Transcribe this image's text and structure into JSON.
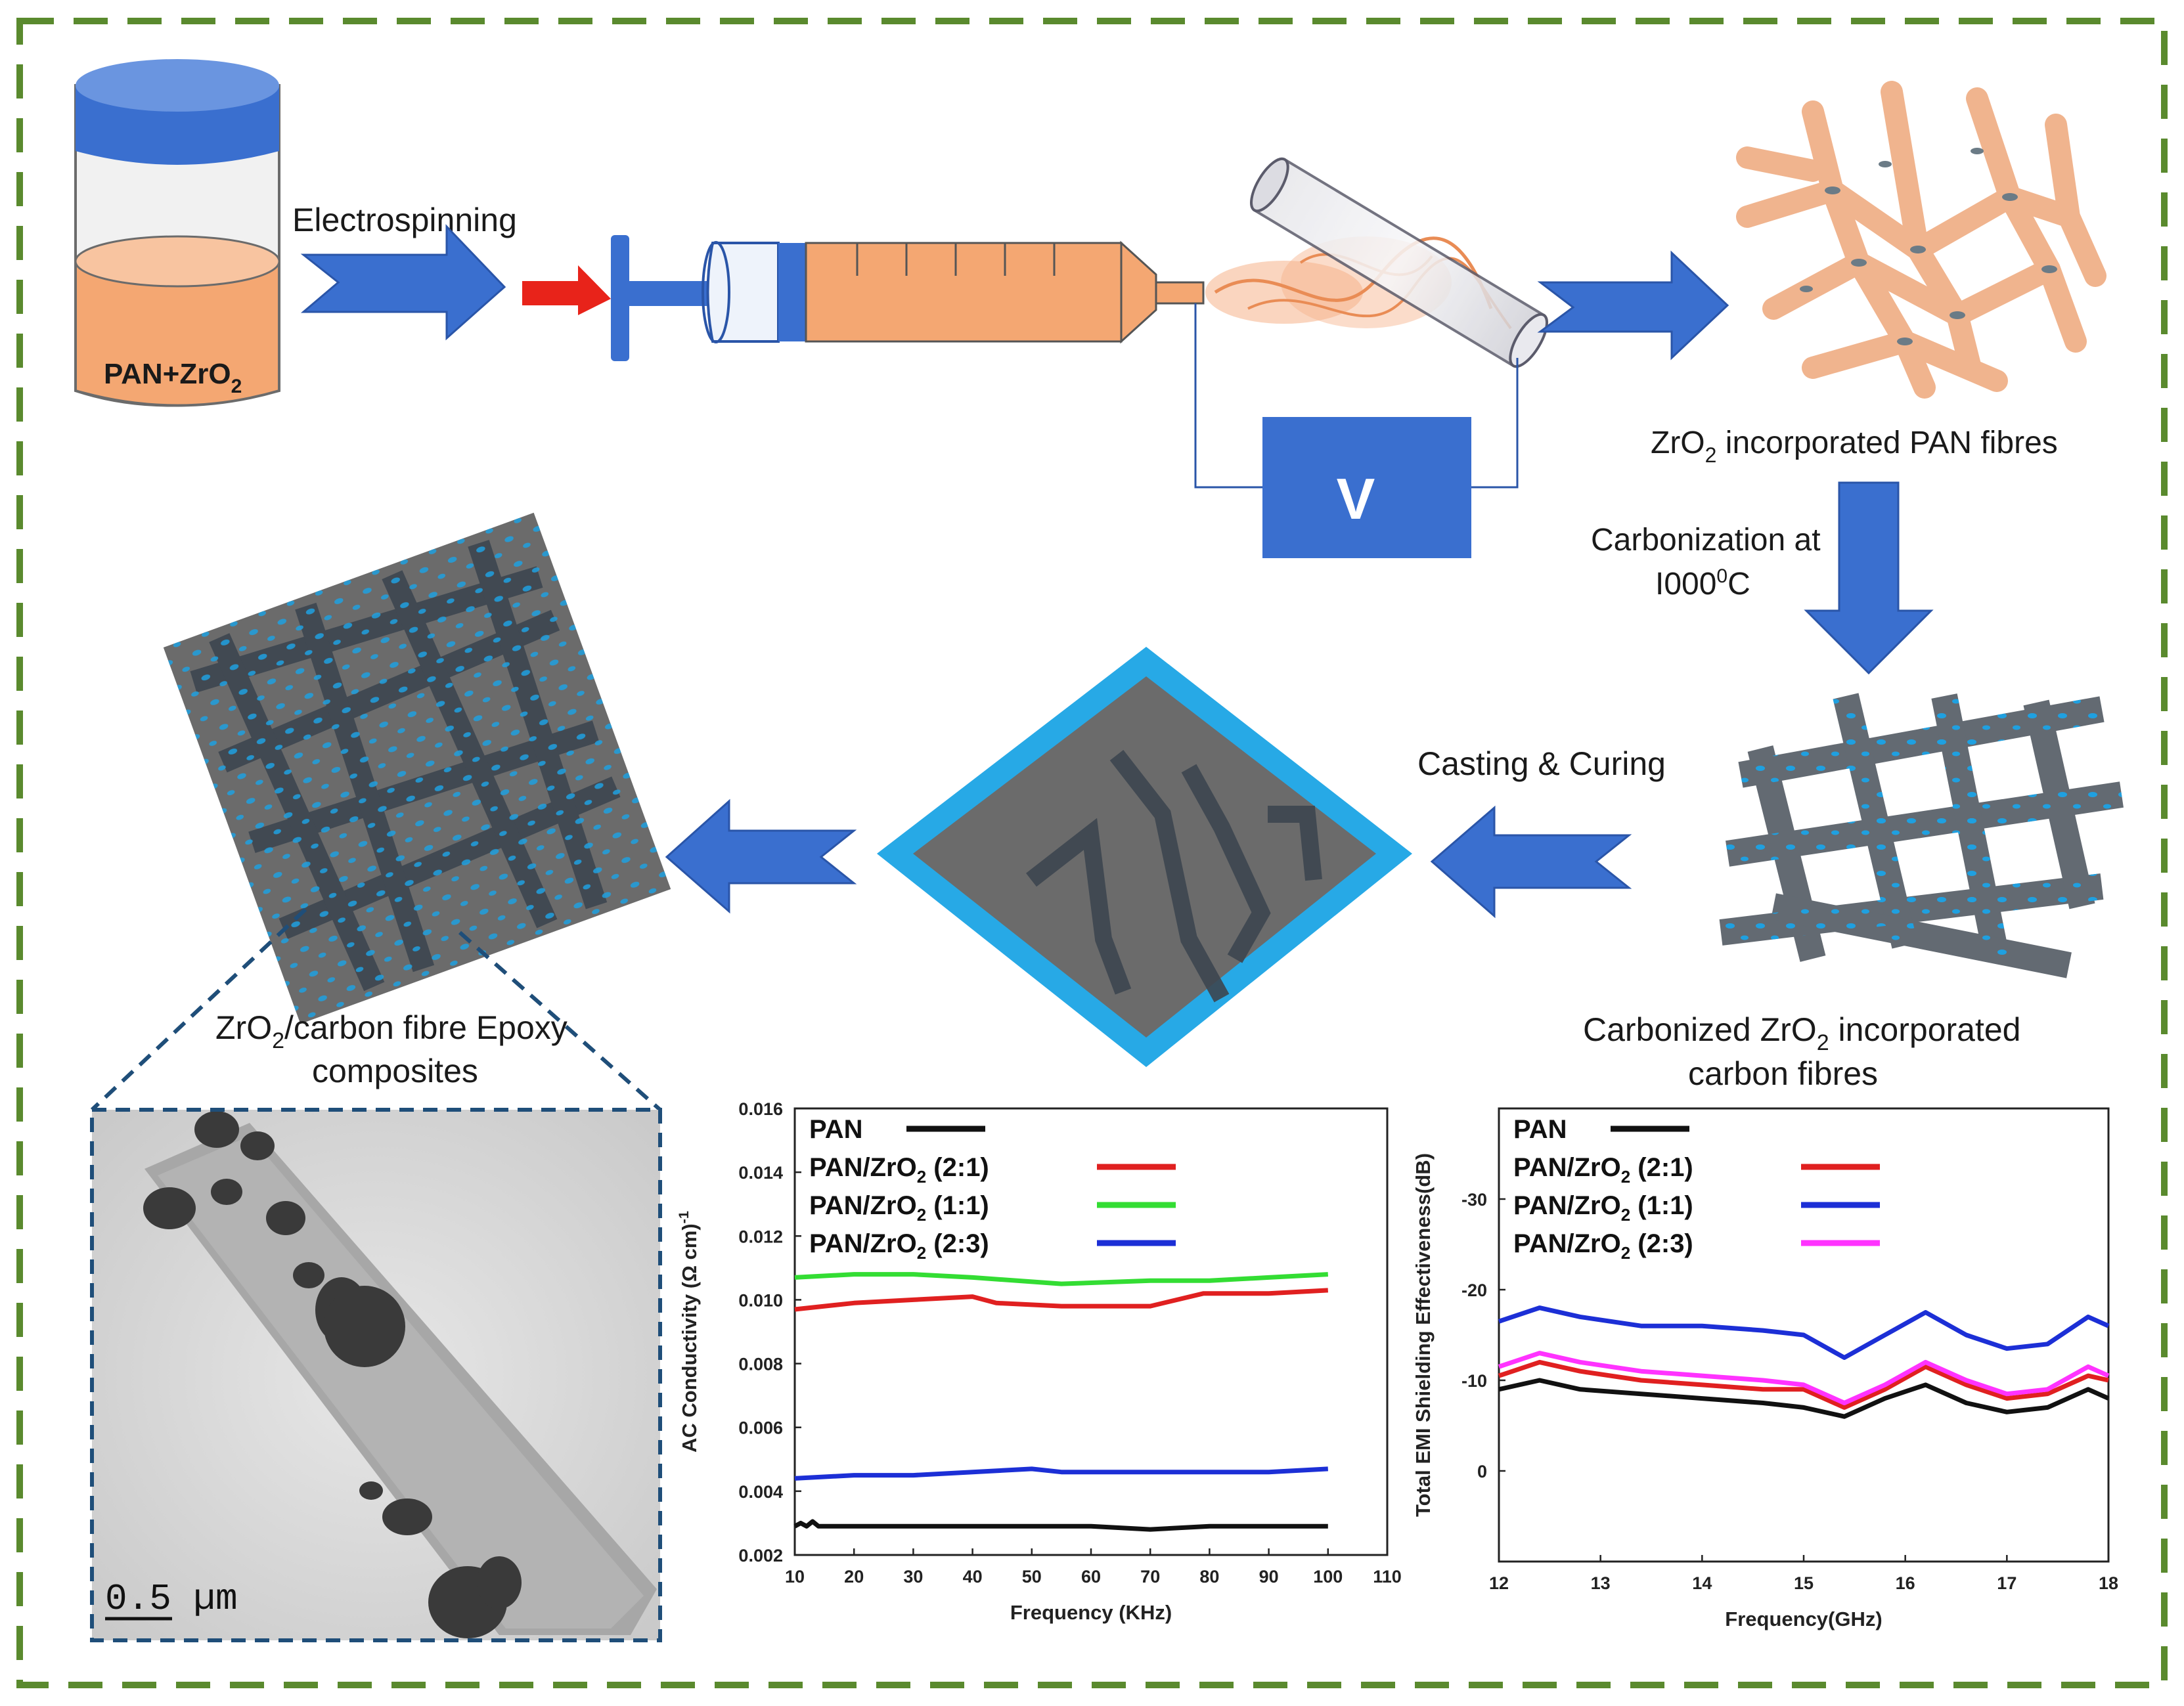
{
  "colors": {
    "frame": "#5a8a2e",
    "arrow": "#3a6fcf",
    "arrow_dark": "#2a55a8",
    "solution": "#f4a772",
    "lid": "#3a6fcf",
    "voltage_box": "#3a6fcf",
    "fibre_orange": "#f0b088",
    "fibre_dark": "#3d4650",
    "dot": "#1fa0e0",
    "mat_gray": "#6b6b6b",
    "diamond_border": "#27a9e6"
  },
  "icons": [
    "beaker-icon",
    "syringe-icon",
    "collector-icon",
    "voltage-source-icon",
    "fibre-mesh-icon",
    "composite-square-icon",
    "composite-diamond-icon",
    "tem-image-icon"
  ],
  "labels": {
    "solution": "PAN+ZrO",
    "solution_sub": "2",
    "electrospinning": "Electrospinning",
    "voltage": "V",
    "pan_fibres_a": "ZrO",
    "pan_fibres_sub": "2",
    "pan_fibres_b": " incorporated PAN fibres",
    "carbonization_1": "Carbonization at",
    "carbonization_2a": "I000",
    "carbonization_2sup": "0",
    "carbonization_2b": "C",
    "casting": "Casting & Curing",
    "carbonized_1a": "Carbonized ZrO",
    "carbonized_1sub": "2",
    "carbonized_1b": " incorporated",
    "carbonized_2": "carbon fibres",
    "composite_1a": "ZrO",
    "composite_1sub": "2",
    "composite_1b": "/carbon fibre Epoxy",
    "composite_2": "composites",
    "scale_bar": "0.5 µm"
  },
  "chart_data": [
    {
      "type": "line",
      "xlabel": "Frequency (KHz)",
      "ylabel": "AC Conductivity (Ω cm)",
      "ylabel_sup": "-1",
      "xlim": [
        10,
        110
      ],
      "ylim": [
        0.002,
        0.016
      ],
      "xticks": [
        10,
        20,
        30,
        40,
        50,
        60,
        70,
        80,
        90,
        100,
        110
      ],
      "yticks": [
        "0.002",
        "0.004",
        "0.006",
        "0.008",
        "0.010",
        "0.012",
        "0.014",
        "0.016"
      ],
      "series": [
        {
          "name": "PAN",
          "color": "#111111",
          "x": [
            10,
            11,
            12,
            13,
            14,
            20,
            30,
            40,
            50,
            60,
            70,
            80,
            90,
            100
          ],
          "y": [
            0.0029,
            0.003,
            0.0029,
            0.00305,
            0.0029,
            0.0029,
            0.0029,
            0.0029,
            0.0029,
            0.0029,
            0.0028,
            0.0029,
            0.0029,
            0.0029
          ]
        },
        {
          "name": "PAN/ZrO₂ (2:1)",
          "color": "#e02020",
          "x": [
            10,
            20,
            30,
            40,
            44,
            55,
            70,
            79,
            90,
            100
          ],
          "y": [
            0.0097,
            0.0099,
            0.01,
            0.0101,
            0.0099,
            0.0098,
            0.0098,
            0.0102,
            0.0102,
            0.0103
          ]
        },
        {
          "name": "PAN/ZrO₂ (1:1)",
          "color": "#33dd33",
          "x": [
            10,
            20,
            30,
            40,
            55,
            70,
            80,
            90,
            100
          ],
          "y": [
            0.0107,
            0.0108,
            0.0108,
            0.0107,
            0.0105,
            0.0106,
            0.0106,
            0.0107,
            0.0108
          ]
        },
        {
          "name": "PAN/ZrO₂ (2:3)",
          "color": "#1c2fd6",
          "x": [
            10,
            20,
            30,
            40,
            50,
            55,
            70,
            80,
            90,
            100
          ],
          "y": [
            0.0044,
            0.0045,
            0.0045,
            0.0046,
            0.0047,
            0.0046,
            0.0046,
            0.0046,
            0.0046,
            0.0047
          ]
        }
      ],
      "legend": "top-left",
      "legend_names": [
        "PAN",
        "PAN/ZrO",
        "PAN/ZrO",
        "PAN/ZrO"
      ],
      "legend_suffix": [
        "",
        " (2:1)",
        " (1:1)",
        " (2:3)"
      ]
    },
    {
      "type": "line",
      "xlabel": "Frequency(GHz)",
      "ylabel": "Total EMI Shielding Effectiveness(dB)",
      "xlim": [
        12,
        18
      ],
      "ylim": [
        10,
        -40
      ],
      "xticks": [
        12,
        13,
        14,
        15,
        16,
        17,
        18
      ],
      "yticks": [
        "0",
        "-10",
        "-20",
        "-30"
      ],
      "ytick_values": [
        0,
        -10,
        -20,
        -30
      ],
      "series": [
        {
          "name": "PAN",
          "color": "#111111",
          "x": [
            12.0,
            12.4,
            12.8,
            13.4,
            14.0,
            14.6,
            15.0,
            15.4,
            15.8,
            16.2,
            16.6,
            17.0,
            17.4,
            17.8,
            18.0
          ],
          "y": [
            -9,
            -10,
            -9,
            -8.5,
            -8,
            -7.5,
            -7,
            -6,
            -8,
            -9.5,
            -7.5,
            -6.5,
            -7,
            -9,
            -8
          ]
        },
        {
          "name": "PAN/ZrO₂ (2:1)",
          "color": "#e02020",
          "x": [
            12.0,
            12.4,
            12.8,
            13.4,
            14.0,
            14.6,
            15.0,
            15.4,
            15.8,
            16.2,
            16.6,
            17.0,
            17.4,
            17.8,
            18.0
          ],
          "y": [
            -10.5,
            -12,
            -11,
            -10,
            -9.5,
            -9,
            -9,
            -7,
            -9,
            -11.5,
            -9.5,
            -8,
            -8.5,
            -10.5,
            -10
          ]
        },
        {
          "name": "PAN/ZrO₂ (1:1)",
          "color": "#1c2fd6",
          "x": [
            12.0,
            12.4,
            12.8,
            13.4,
            14.0,
            14.6,
            15.0,
            15.4,
            15.8,
            16.2,
            16.6,
            17.0,
            17.4,
            17.8,
            18.0
          ],
          "y": [
            -16.5,
            -18,
            -17,
            -16,
            -16,
            -15.5,
            -15,
            -12.5,
            -15,
            -17.5,
            -15,
            -13.5,
            -14,
            -17,
            -16
          ]
        },
        {
          "name": "PAN/ZrO₂ (2:3)",
          "color": "#ff33ff",
          "x": [
            12.0,
            12.4,
            12.8,
            13.4,
            14.0,
            14.6,
            15.0,
            15.4,
            15.8,
            16.2,
            16.6,
            17.0,
            17.4,
            17.8,
            18.0
          ],
          "y": [
            -11.5,
            -13,
            -12,
            -11,
            -10.5,
            -10,
            -9.5,
            -7.5,
            -9.5,
            -12,
            -10,
            -8.5,
            -9,
            -11.5,
            -10.5
          ]
        }
      ],
      "legend": "top-left",
      "legend_names": [
        "PAN",
        "PAN/ZrO",
        "PAN/ZrO",
        "PAN/ZrO"
      ],
      "legend_suffix": [
        "",
        " (2:1)",
        " (1:1)",
        " (2:3)"
      ]
    }
  ]
}
